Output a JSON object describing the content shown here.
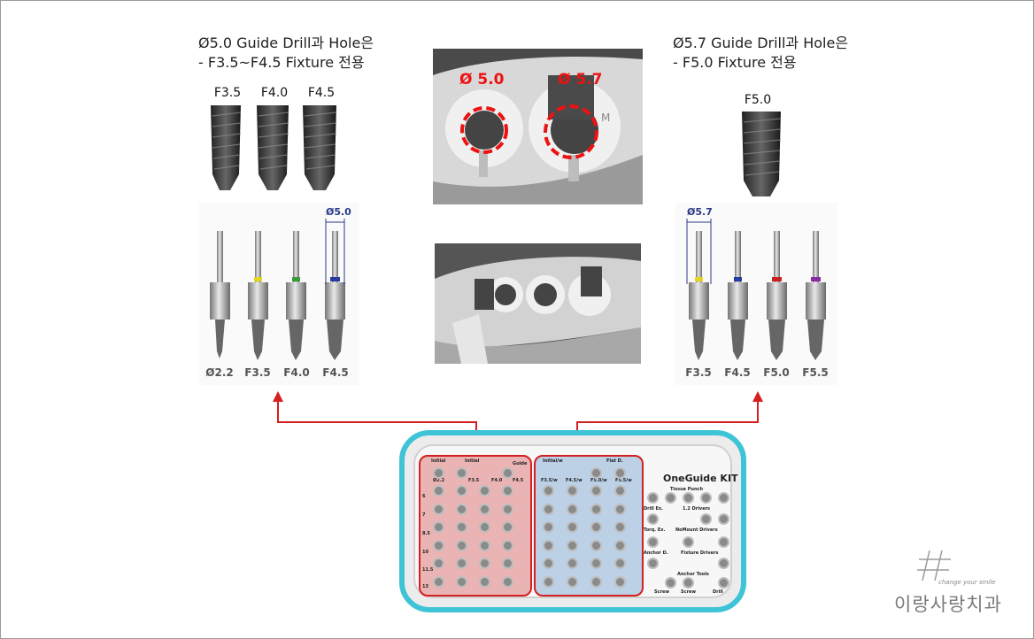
{
  "left_caption": {
    "line1": "Ø5.0 Guide Drill과 Hole은",
    "line2": "- F3.5~F4.5 Fixture 전용"
  },
  "right_caption": {
    "line1": "Ø5.7 Guide Drill과 Hole은",
    "line2": "- F5.0 Fixture 전용"
  },
  "left_fixtures": [
    "F3.5",
    "F4.0",
    "F4.5"
  ],
  "right_fixtures": [
    "F5.0"
  ],
  "top_photo": {
    "label_left": "Ø 5.0",
    "label_right": "Ø 5.7"
  },
  "left_drills": {
    "dimension": "Ø5.0",
    "labels": [
      "Ø2.2",
      "F3.5",
      "F4.0",
      "F4.5"
    ]
  },
  "right_drills": {
    "dimension": "Ø5.7",
    "labels": [
      "F3.5",
      "F4.5",
      "F5.0",
      "F5.5"
    ]
  },
  "tray": {
    "title": "OneGuide KIT",
    "left_headers": [
      "Initial",
      "Initial",
      "Guide"
    ],
    "left_cols": [
      "Ø2.2",
      "F3.5",
      "F4.0",
      "F4.5"
    ],
    "middle_headers": [
      "Initial/w",
      "Flat D."
    ],
    "middle_cols": [
      "F3.5/w",
      "F4.5/w",
      "F5.0/w",
      "F5.5/w"
    ],
    "row_labels": [
      "6",
      "7",
      "8.5",
      "10",
      "11.5",
      "13"
    ],
    "right_labels": [
      "Tissue Punch",
      "Drill Ex.",
      "1.2 Drivers",
      "Torq. Ex.",
      "NoMount Drivers",
      "Anchor D.",
      "Fixture Drivers",
      "Anchor Tools",
      "Screw",
      "Screw",
      "Drill"
    ]
  },
  "logo": {
    "name": "이랑사랑치과",
    "tagline": "change your smile"
  },
  "colors": {
    "accent_red": "#d42020",
    "tray_cyan": "#3fc3d6",
    "zone_red_fill": "#eab4b4",
    "zone_blue_fill": "#bcd0e6",
    "dimension_blue": "#2b3a8a"
  }
}
